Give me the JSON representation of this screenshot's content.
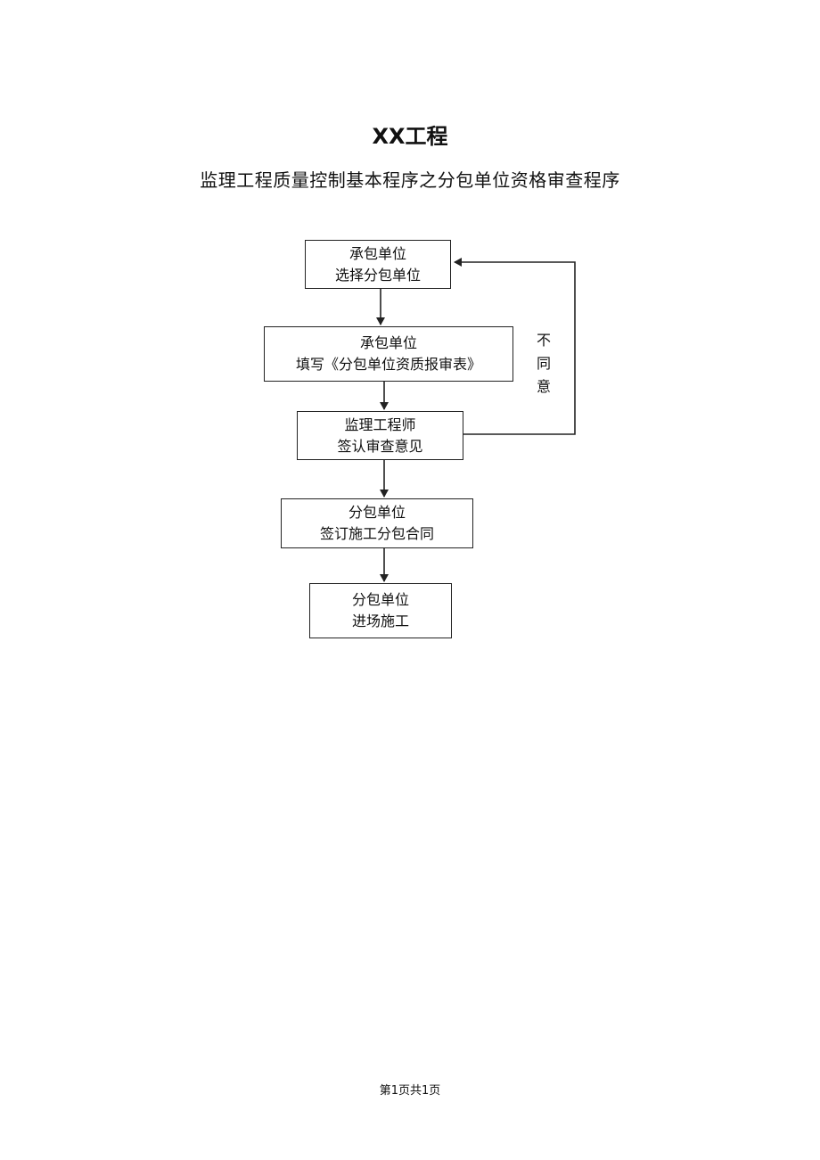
{
  "document": {
    "title": "XX工程",
    "subtitle": "监理工程质量控制基本程序之分包单位资格审查程序"
  },
  "flowchart": {
    "nodes": [
      {
        "id": "n1",
        "line1": "承包单位",
        "line2": "选择分包单位"
      },
      {
        "id": "n2",
        "line1": "承包单位",
        "line2": "填写《分包单位资质报审表》"
      },
      {
        "id": "n3",
        "line1": "监理工程师",
        "line2": "签认审查意见"
      },
      {
        "id": "n4",
        "line1": "分包单位",
        "line2": "签订施工分包合同"
      },
      {
        "id": "n5",
        "line1": "分包单位",
        "line2": "进场施工"
      }
    ],
    "feedback_label": [
      "不",
      "同",
      "意"
    ]
  },
  "footer": {
    "page_info": "第1页共1页"
  }
}
